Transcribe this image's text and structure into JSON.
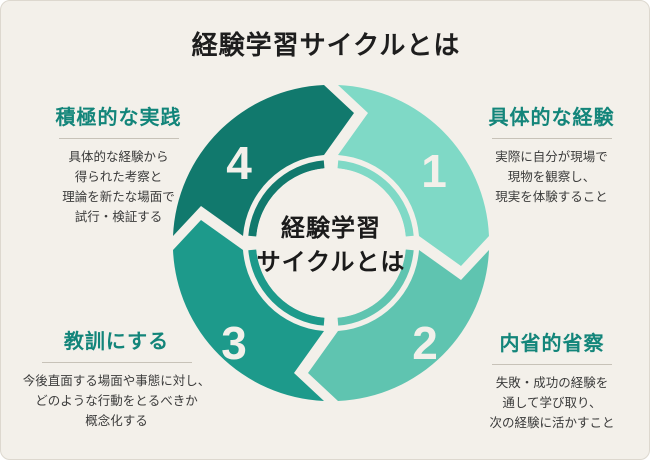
{
  "page": {
    "title": "経験学習サイクルとは"
  },
  "cycle": {
    "center": {
      "line1": "経験学習",
      "line2": "サイクルとは"
    },
    "segments": [
      {
        "number": "1",
        "heading": "具体的な経験",
        "description": "実際に自分が現場で\n現物を観察し、\n現実を体験すること",
        "color": "#7FD9C6",
        "position": "top-right"
      },
      {
        "number": "2",
        "heading": "内省的省察",
        "description": "失敗・成功の経験を\n通して学び取り、\n次の経験に活かすこと",
        "color": "#5FC4B0",
        "position": "bottom-right"
      },
      {
        "number": "3",
        "heading": "教訓にする",
        "description": "今後直面する場面や事態に対し、\nどのような行動をとるべきか\n概念化する",
        "color": "#1D9A8B",
        "position": "bottom-left"
      },
      {
        "number": "4",
        "heading": "積極的な実践",
        "description": "具体的な経験から\n得られた考察と\n理論を新たな場面で\n試行・検証する",
        "color": "#11796D",
        "position": "top-left"
      }
    ]
  },
  "colors": {
    "background": "#F3F0EA",
    "title_text": "#1E1E1E",
    "heading_accent": "#13857A",
    "description_text": "#3B3B3B",
    "number_text": "#F3F0EA",
    "divider": "#C7C2B8"
  }
}
